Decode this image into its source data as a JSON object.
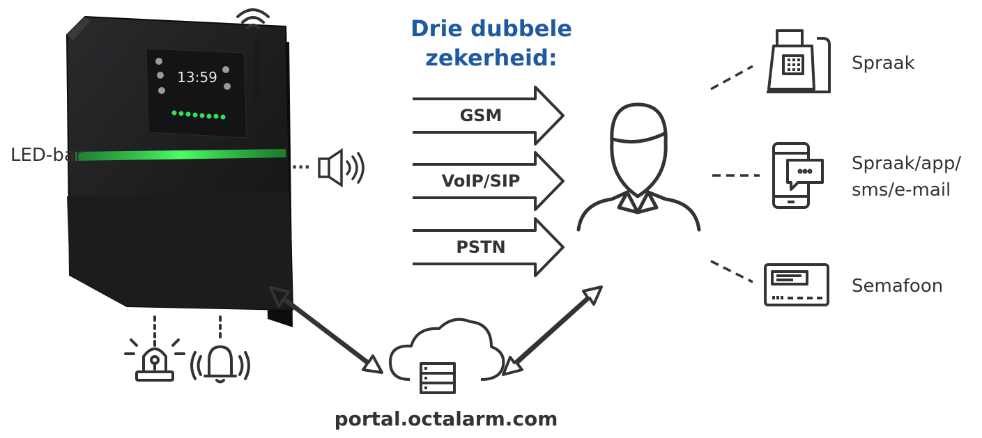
{
  "title_lines": [
    "Drie dubbele",
    "zekerheid:"
  ],
  "channels": [
    "GSM",
    "VoIP/SIP",
    "PSTN"
  ],
  "device": {
    "screen_time": "13:59",
    "led_label": "LED-bar"
  },
  "outputs": [
    {
      "label_lines": [
        "Spraak"
      ],
      "icon": "desk-phone-icon"
    },
    {
      "label_lines": [
        "Spraak/app/",
        "sms/e-mail"
      ],
      "icon": "smartphone-chat-icon"
    },
    {
      "label_lines": [
        "Semafoon"
      ],
      "icon": "pager-icon"
    }
  ],
  "portal": "portal.octalarm.com",
  "colors": {
    "title": "#1f5aa0",
    "led": "#2ee84a",
    "device": "#1b1b1d",
    "stroke": "#333333"
  }
}
